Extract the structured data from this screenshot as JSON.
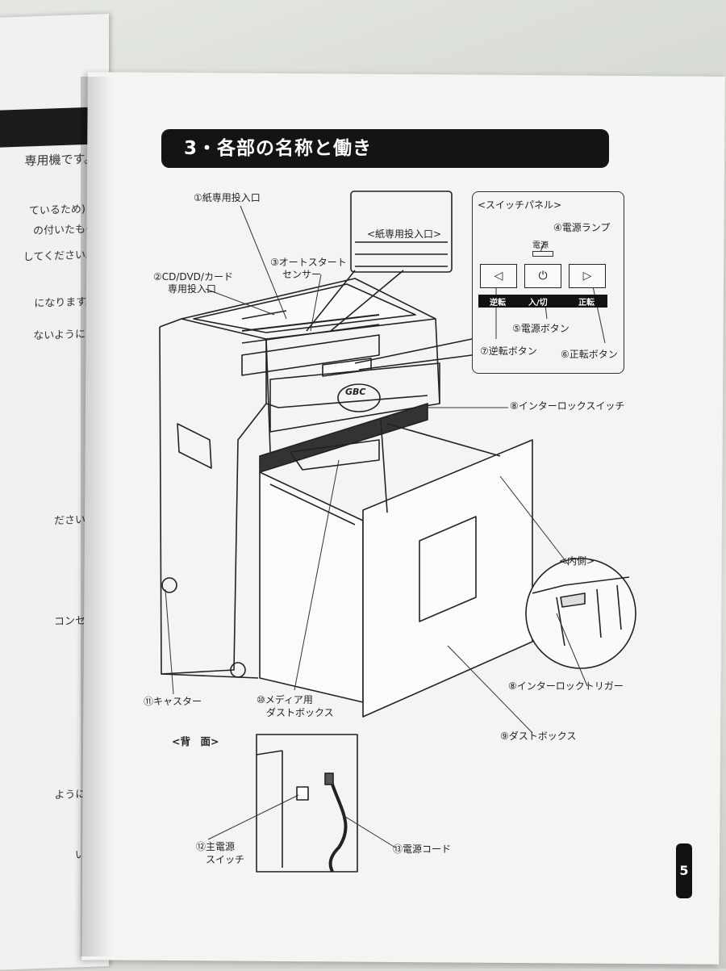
{
  "left_page": {
    "lines": [
      "専用機です。",
      "ているため)・",
      "の付いたもの",
      "してください。",
      "になります。",
      "ないように注",
      "。",
      "ださい。",
      "コンセン",
      "ように、",
      "い。"
    ]
  },
  "section_title": "3・各部の名称と働き",
  "labels": {
    "paper_slot": "①紙専用投入口",
    "cd_slot_1": "②CD/DVD/カード",
    "cd_slot_2": "専用投入口",
    "auto_sensor_1": "③オートスタート",
    "auto_sensor_2": "センサー",
    "zoom_label": "<紙専用投入口>",
    "switch_panel": "<スイッチパネル>",
    "power_lamp": "④電源ランプ",
    "lamp_text": "電源",
    "power_button": "⑤電源ボタン",
    "forward_button": "⑥正転ボタン",
    "reverse_button": "⑦逆転ボタン",
    "strip_reverse": "逆転",
    "strip_power": "入/切",
    "strip_forward": "正転",
    "interlock_switch": "⑧インターロックスイッチ",
    "inside": "<内側>",
    "interlock_trigger": "⑧インターロックトリガー",
    "dust_box": "⑨ダストボックス",
    "media_box_1": "⑩メディア用",
    "media_box_2": "ダストボックス",
    "caster": "⑪キャスター",
    "back": "<背　面>",
    "main_switch_1": "⑫主電源",
    "main_switch_2": "スイッチ",
    "power_cord": "⑬電源コード",
    "logo": "GBC"
  },
  "page_number": "5"
}
